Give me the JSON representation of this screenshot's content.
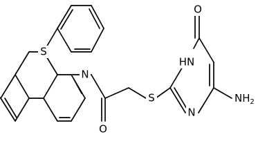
{
  "molecule": {
    "atoms": {
      "sulfur_ring": "S",
      "nitrogen_ring": "N",
      "carbonyl_oxygen": "O",
      "thioether_sulfur": "S",
      "pyrimidine_nh": "HN",
      "pyrimidine_n": "N",
      "pyrimidinone_oxygen": "O",
      "amino_group": "NH",
      "amino_subscript": "2"
    }
  },
  "colors": {
    "bond": "#000000",
    "background": "#ffffff"
  }
}
